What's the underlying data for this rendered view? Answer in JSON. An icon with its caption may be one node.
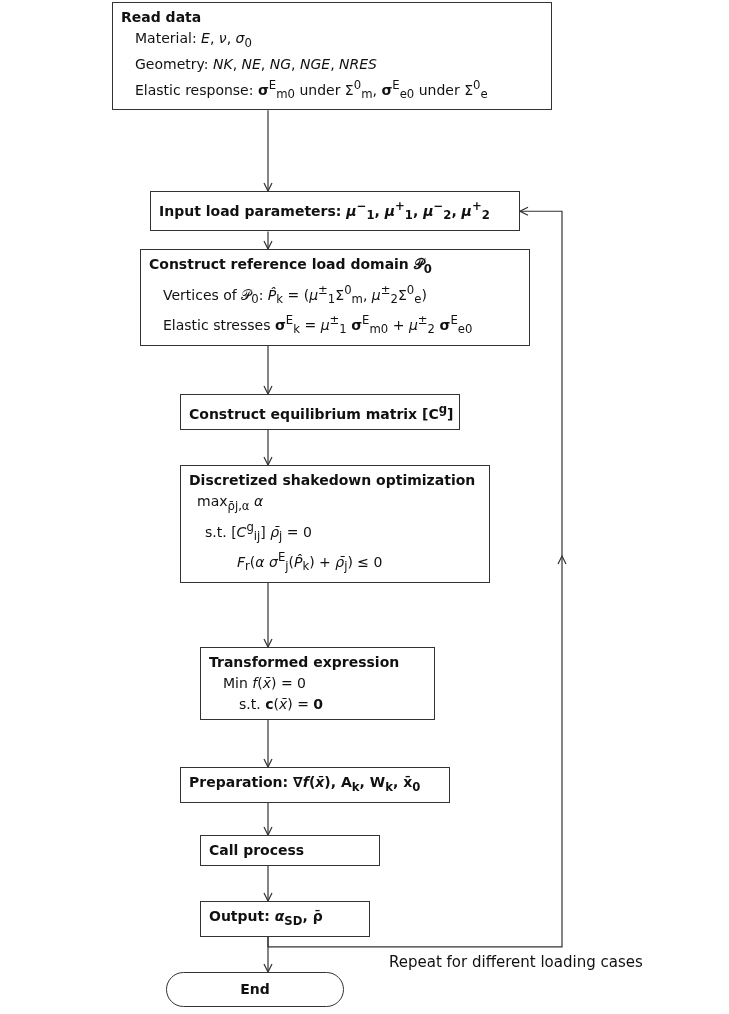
{
  "diagram": {
    "nodes": [
      {
        "text": [
          "Read data",
          "Material: *E*, *ν*, *σ*$_{0}$",
          "Geometry: *NK*, *NE*, *NG*, *NGE*, *NRES*",
          "Elastic response: **σ**$^{E}$$_{m0}$ under Σ$^{0}$$_{m}$, **σ**$^{E}$$_{e0}$ under Σ$^{0}$$_{e}$"
        ]
      },
      {
        "text": [
          "**Input load parameters**: *μ*$^{−}$$_{1}$, *μ*$^{+}$$_{1}$, *μ*$^{−}$$_{2}$, *μ*$^{+}$$_{2}$"
        ]
      },
      {
        "text": [
          "Construct reference load domain 𝒫$_{0}$",
          "Vertices of 𝒫$_{0}$: *P̂*$_{k}$ = (*μ*$^{±}$$_{1}$Σ$^{0}$$_{m}$, *μ*$^{±}$$_{2}$Σ$^{0}$$_{e}$)",
          "Elastic stresses **σ**$^{E}$$_{k}$ = *μ*$^{±}$$_{1}$ **σ**$^{E}$$_{m0}$ + *μ*$^{±}$$_{2}$ **σ**$^{E}$$_{e0}$"
        ]
      },
      {
        "text": [
          "**Construct equilibrium matrix** [**C**$^{g}$]"
        ]
      },
      {
        "text": [
          "Discretized shakedown optimization",
          "max$_{ρ̄j,α}$   *α*",
          "s.t. [*C*$^{g}$$_{ij}$] *ρ̄*$_{j}$ = 0",
          "*F*$_{r}$(*α σ*$^{E}$$_{j}$(*P̂*$_{k}$) + *ρ̄*$_{j}$) ≤ 0"
        ]
      },
      {
        "text": [
          "Transformed expression",
          "Min   *f*(*x̄*) = 0",
          "s.t.   **c**(*x̄*) = **0**"
        ]
      },
      {
        "text": [
          "**Preparation**: ∇*f*(*x̄*), **A**$_{k}$, **W**$_{k}$, **x̄**$_{0}$"
        ]
      },
      {
        "text": [
          "Call process"
        ]
      },
      {
        "text": [
          "**Output**: *α*$_{SD}$, **ρ̄**"
        ]
      },
      {
        "text": [
          "End"
        ]
      }
    ],
    "edges": [
      {
        "from": 0,
        "to": 1,
        "arrow": "to"
      },
      {
        "from": 1,
        "to": 2,
        "arrow": "to"
      },
      {
        "from": 2,
        "to": 3,
        "arrow": "to"
      },
      {
        "from": 3,
        "to": 4,
        "arrow": "to"
      },
      {
        "from": 4,
        "to": 5,
        "arrow": "to"
      },
      {
        "from": 5,
        "to": 6,
        "arrow": "to"
      },
      {
        "from": 6,
        "to": 7,
        "arrow": "to"
      },
      {
        "from": 7,
        "to": 8,
        "arrow": "to"
      },
      {
        "from": 8,
        "to": 9,
        "arrow": "to"
      },
      {
        "from": 8,
        "to": 1,
        "arrow": "to",
        "label": "Repeat for different loading cases"
      }
    ]
  }
}
